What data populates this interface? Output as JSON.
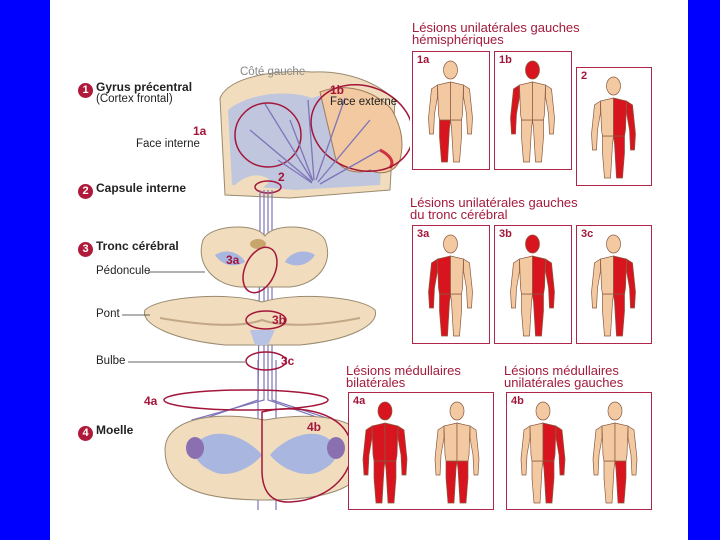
{
  "anatomy": {
    "side_label": "Côté gauche",
    "gyrus": {
      "number": "1",
      "title": "Gyrus précentral",
      "subtitle": "(Cortex frontal)"
    },
    "face_interne": {
      "code": "1a",
      "label": "Face interne"
    },
    "face_externe": {
      "code": "1b",
      "label": "Face externe"
    },
    "capsule": {
      "number": "2",
      "title": "Capsule interne",
      "code": "2"
    },
    "tronc": {
      "number": "3",
      "title": "Tronc cérébral"
    },
    "pedoncule": {
      "label": "Pédoncule",
      "code": "3a"
    },
    "pont": {
      "label": "Pont",
      "code": "3b"
    },
    "bulbe": {
      "label": "Bulbe",
      "code": "3c"
    },
    "moelle": {
      "number": "4",
      "title": "Moelle"
    },
    "moelle_codes": {
      "bilateral": "4a",
      "unilateral": "4b"
    }
  },
  "groups": {
    "hemispheric": {
      "title_line1": "Lésions unilatérales gauches",
      "title_line2": "hémisphériques",
      "panels": [
        "1a",
        "1b",
        "2"
      ]
    },
    "brainstem": {
      "title_line1": "Lésions unilatérales gauches",
      "title_line2": "du tronc cérébral",
      "panels": [
        "3a",
        "3b",
        "3c"
      ]
    },
    "spinal_bilateral": {
      "title_line1": "Lésions médullaires",
      "title_line2": "bilatérales",
      "code": "4a"
    },
    "spinal_unilateral": {
      "title_line1": "Lésions médullaires",
      "title_line2": "unilatérales gauches",
      "code": "4b"
    }
  },
  "colors": {
    "skin": "#f3c9a2",
    "lesion": "#d8141f",
    "accent": "#a3163a",
    "pathway": "#8a7fc0",
    "tissue": "#f1ddbd",
    "gray_matter": "#a9b6df"
  }
}
